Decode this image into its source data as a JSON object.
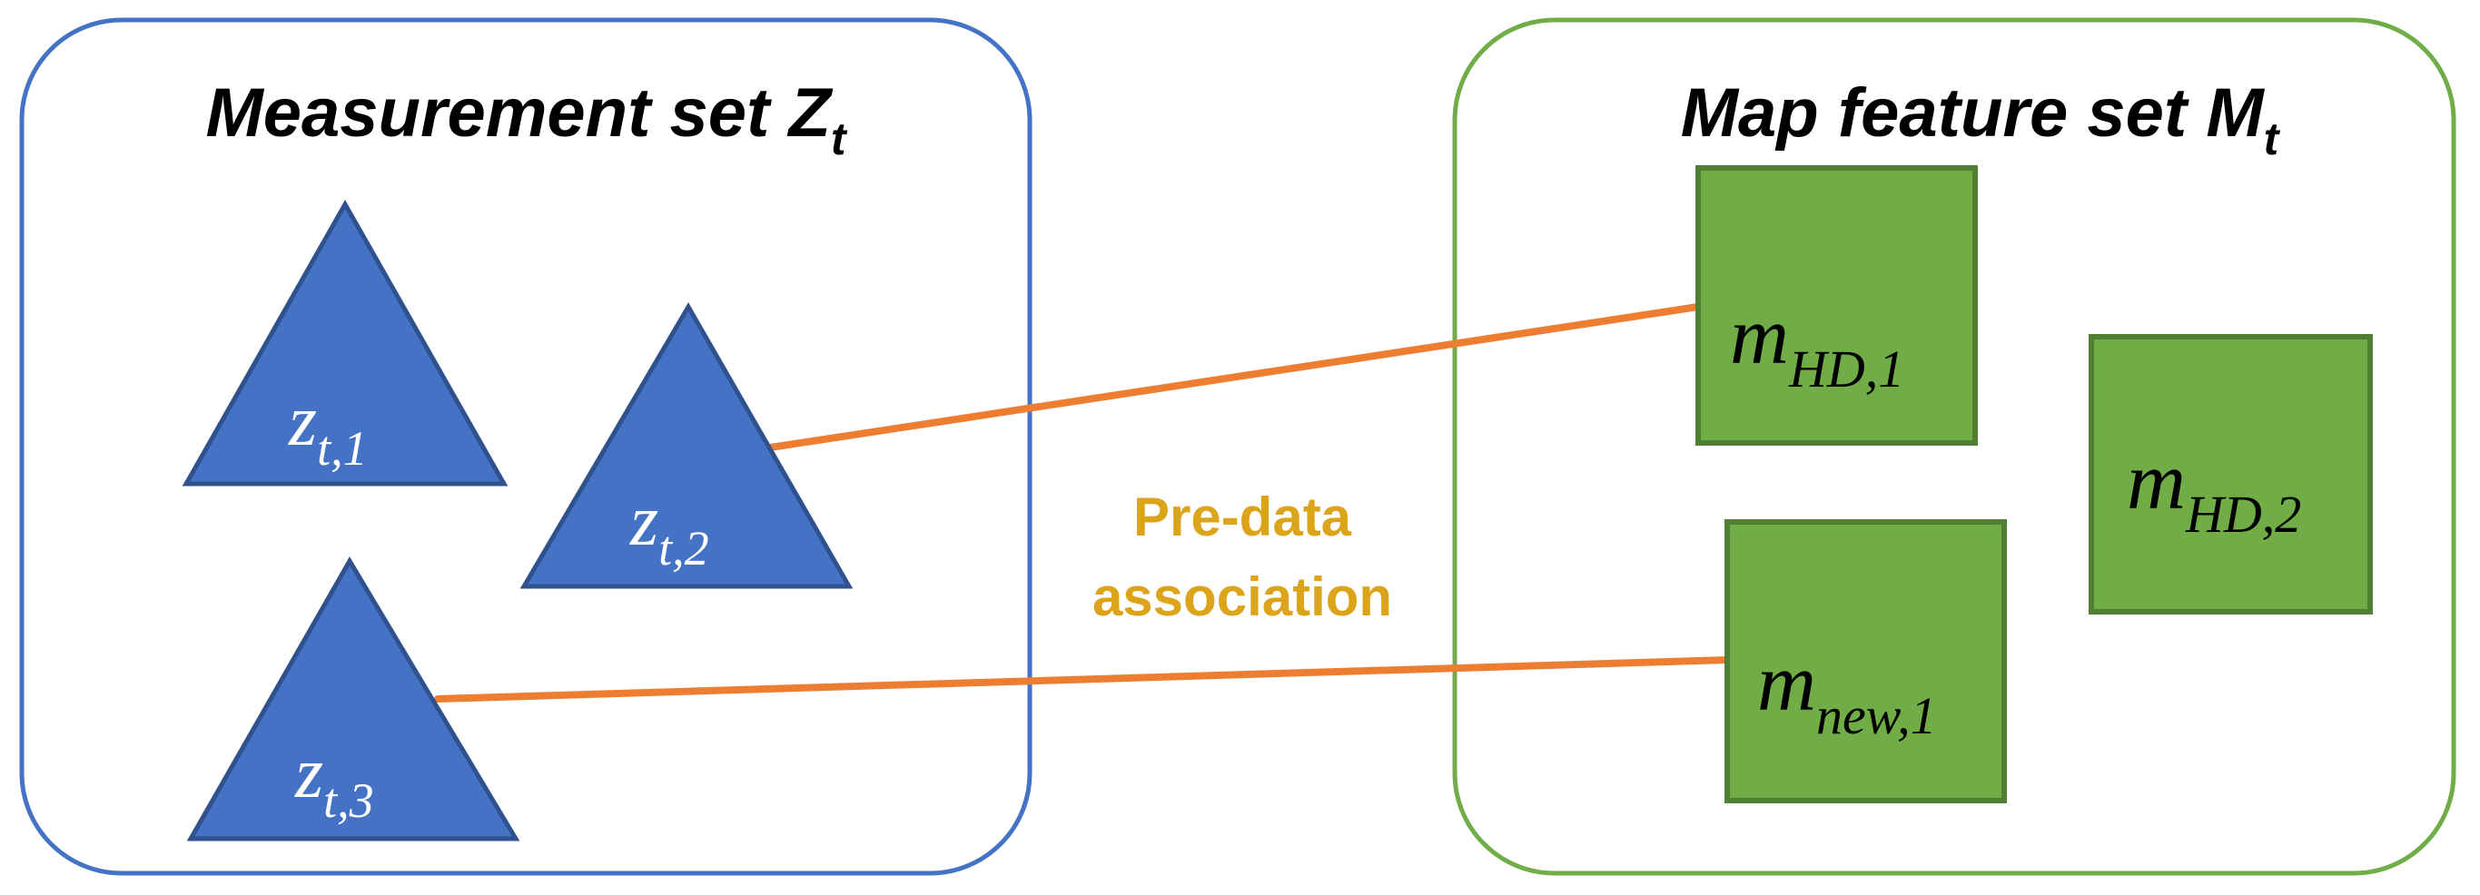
{
  "measurement_set": {
    "title": "Measurement set Z",
    "title_subscript": "t",
    "border_color": "#4472c4",
    "measurements": [
      {
        "symbol": "z",
        "subscript": "t,1"
      },
      {
        "symbol": "z",
        "subscript": "t,2"
      },
      {
        "symbol": "z",
        "subscript": "t,3"
      }
    ],
    "shape_fill": "#4472c4",
    "shape_stroke": "#2f528f"
  },
  "map_set": {
    "title": "Map feature set M",
    "title_subscript": "t",
    "border_color": "#70ad47",
    "features": [
      {
        "symbol": "m",
        "subscript": "HD,1"
      },
      {
        "symbol": "m",
        "subscript": "HD,2"
      },
      {
        "symbol": "m",
        "subscript": "new,1"
      }
    ],
    "shape_fill": "#70ad47",
    "shape_stroke": "#507e32"
  },
  "association": {
    "label_line1": "Pre-data",
    "label_line2": "association",
    "label_color": "#dca41a",
    "line_color": "#ed7d31",
    "links": [
      {
        "from": "z_t,2",
        "to": "m_HD,1"
      },
      {
        "from": "z_t,3",
        "to": "m_new,1"
      }
    ]
  }
}
